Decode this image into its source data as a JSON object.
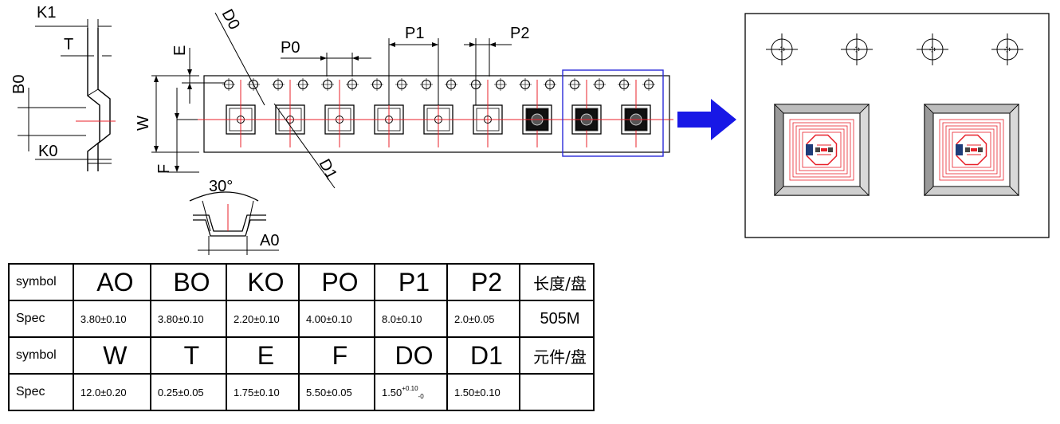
{
  "labels": {
    "K1": "K1",
    "T": "T",
    "B0": "B0",
    "K0": "K0",
    "E": "E",
    "D0": "D0",
    "P0": "P0",
    "P1": "P1",
    "P2": "P2",
    "W": "W",
    "F": "F",
    "D1": "D1",
    "angle": "30°",
    "A0": "A0"
  },
  "table": {
    "row1": [
      "symbol",
      "AO",
      "BO",
      "KO",
      "PO",
      "P1",
      "P2",
      "长度/盘"
    ],
    "row2": [
      "Spec",
      "3.80±0.10",
      "3.80±0.10",
      "2.20±0.10",
      "4.00±0.10",
      "8.0±0.10",
      "2.0±0.05",
      "505M"
    ],
    "row3": [
      "symbol",
      "W",
      "T",
      "E",
      "F",
      "DO",
      "D1",
      "元件/盘"
    ],
    "row4": [
      "Spec",
      "12.0±0.20",
      "0.25±0.05",
      "1.75±0.10",
      "5.50±0.05",
      "1.50",
      "1.50±0.10",
      ""
    ],
    "d0_tol_upper": "+0.10",
    "d0_tol_lower": "-0"
  },
  "colors": {
    "center_line": "#e8202a",
    "highlight": "#2b2bd8",
    "arrow": "#1818e6",
    "pad": "#e8202a"
  }
}
